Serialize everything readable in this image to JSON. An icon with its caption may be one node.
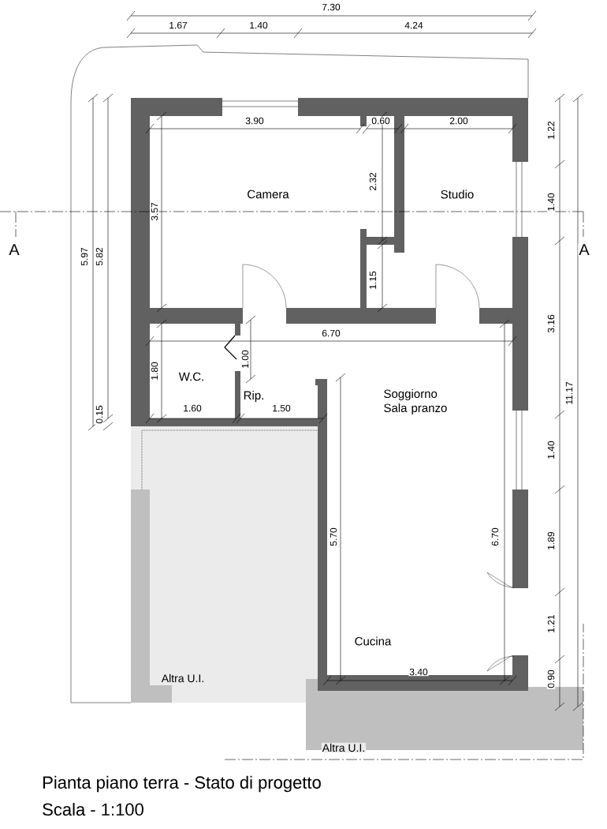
{
  "diagram": {
    "caption": "Pianta piano terra - Stato di progetto",
    "labels": [
      "7.30",
      "1.67",
      "1.40",
      "4.24",
      "3.90",
      "0.60",
      "2.00",
      "1.22",
      "Camera",
      "2.32",
      "Studio",
      "3.57",
      "A",
      "1.40",
      "A",
      "5.97",
      "5.82",
      "1.15",
      "6.70",
      "1.00",
      "3.16",
      "W.C.",
      "1.80",
      "Rip.",
      "Soggiorno Sala pranzo",
      "1.60",
      "1.50",
      "0.15",
      "11.17",
      "1.40",
      "5.70",
      "6.70",
      "1.89",
      "1.21",
      "Cucina",
      "Altra U.I.",
      "3.40",
      "0.90",
      "Altra U.I.",
      "Scala - 1:100"
    ]
  }
}
